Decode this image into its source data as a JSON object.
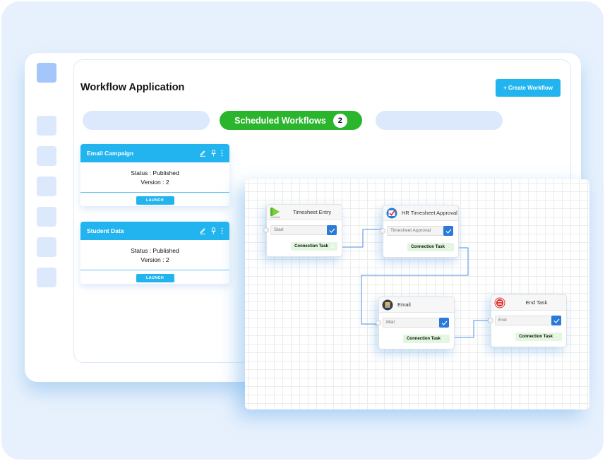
{
  "app": {
    "title": "Workflow Application",
    "create_button": "+ Create Workflow"
  },
  "sidebar": {
    "items": [
      {
        "name": "sidebar-item-1",
        "active": true
      },
      {
        "name": "sidebar-item-2"
      },
      {
        "name": "sidebar-item-3"
      },
      {
        "name": "sidebar-item-4"
      },
      {
        "name": "sidebar-item-5"
      },
      {
        "name": "sidebar-item-6"
      },
      {
        "name": "sidebar-item-7"
      }
    ]
  },
  "tabs": {
    "active_label": "Scheduled Workflows",
    "active_count": "2"
  },
  "workflows": [
    {
      "name": "Email Campaign",
      "status": "Status : Published",
      "version": "Version : 2",
      "launch_label": "LAUNCH",
      "icons": [
        "edit-icon",
        "pin-icon",
        "more-vertical-icon"
      ]
    },
    {
      "name": "Student Data",
      "status": "Status : Published",
      "version": "Version : 2",
      "launch_label": "LAUNCH",
      "icons": [
        "edit-icon",
        "pin-icon",
        "more-vertical-icon"
      ]
    }
  ],
  "canvas": {
    "nodes": [
      {
        "title": "Timesheet Entry",
        "input": "Start",
        "connection": "Connection Task",
        "icon": "play-icon"
      },
      {
        "title": "HR Timesheet Approval",
        "input": "Timesheet Approval",
        "connection": "Connection Task",
        "icon": "approval-check-icon"
      },
      {
        "title": "Email",
        "input": "Mail",
        "connection": "Connection Task",
        "icon": "email-avatar-icon"
      },
      {
        "title": "End Task",
        "input": "End",
        "connection": "Connection Task",
        "icon": "stop-icon"
      }
    ]
  },
  "colors": {
    "accent_blue": "#22b4ee",
    "active_tab_green": "#2ab52d",
    "tab_inactive": "#dce9fc",
    "wire_blue": "#4a90e2",
    "check_blue": "#2a7ad8",
    "connection_bg": "#e2f7df",
    "background": "#e7f1fd"
  }
}
